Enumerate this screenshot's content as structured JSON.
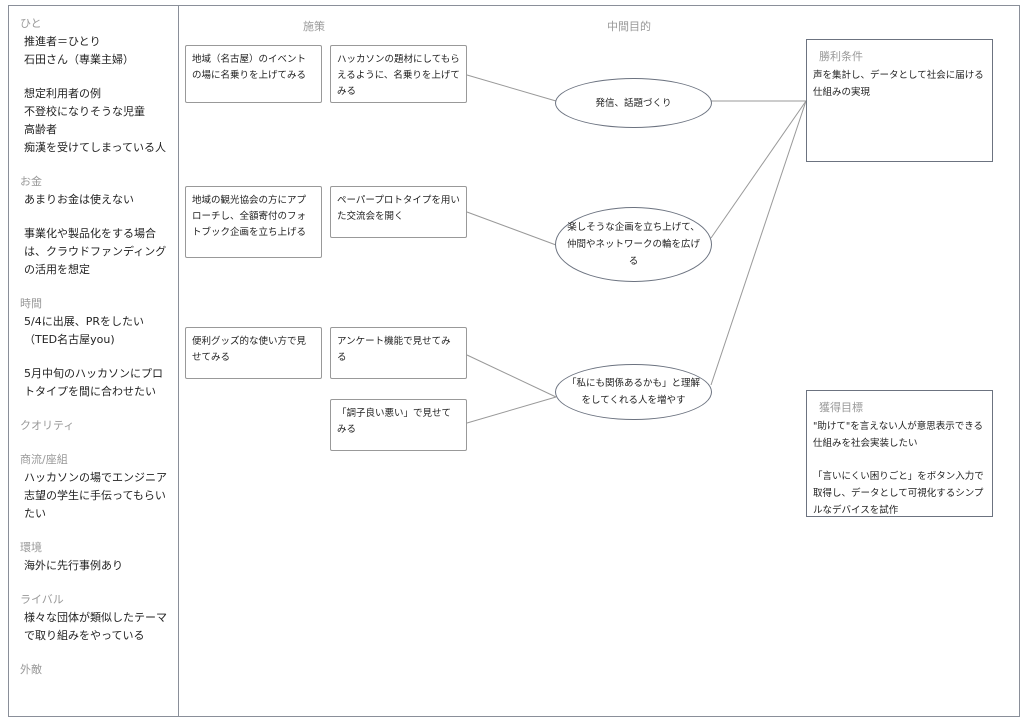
{
  "sidebar": {
    "sections": [
      {
        "title": "ひと",
        "lines": [
          "推進者＝ひとり",
          "石田さん（専業主婦）",
          "",
          "想定利用者の例",
          "不登校になりそうな児童",
          "高齢者",
          "痴漢を受けてしまっている人"
        ]
      },
      {
        "title": "お金",
        "lines": [
          "あまりお金は使えない",
          "",
          "事業化や製品化をする場合",
          "は、クラウドファンディング",
          "の活用を想定"
        ]
      },
      {
        "title": "時間",
        "lines": [
          "5/4に出展、PRをしたい",
          "（TED名古屋you)",
          "",
          "5月中旬のハッカソンにプロ",
          "トタイプを間に合わせたい"
        ]
      },
      {
        "title": "クオリティ",
        "lines": []
      },
      {
        "title": "商流/座組",
        "lines": [
          "ハッカソンの場でエンジニア",
          "志望の学生に手伝ってもらい",
          "たい"
        ]
      },
      {
        "title": "環境",
        "lines": [
          "海外に先行事例あり"
        ]
      },
      {
        "title": "ライバル",
        "lines": [
          "様々な団体が類似したテーマ",
          "で取り組みをやっている"
        ]
      },
      {
        "title": "外敵",
        "lines": []
      }
    ]
  },
  "headers": {
    "measures": "施策",
    "intermediate": "中間目的"
  },
  "measures": [
    "地域（名古屋）のイベントの場に名乗りを上げてみる",
    "ハッカソンの題材にしてもらえるように、名乗りを上げてみる",
    "地域の観光協会の方にアプローチし、全額寄付のフォトブック企画を立ち上げる",
    "ペーパープロトタイプを用いた交流会を開く",
    "便利グッズ的な使い方で見せてみる",
    "アンケート機能で見せてみる",
    "「調子良い悪い」で見せてみる"
  ],
  "goals": [
    "発信、話題づくり",
    "楽しそうな企画を立ち上げて、仲間やネットワークの輪を広げる",
    "「私にも関係あるかも」と理解をしてくれる人を増やす"
  ],
  "win_condition": {
    "title": "勝利条件",
    "text": "声を集計し、データとして社会に届ける仕組みの実現"
  },
  "target": {
    "title": "獲得目標",
    "text1": "\"助けて\"を言えない人が意思表示できる仕組みを社会実装したい",
    "text2": "「言いにくい困りごと」をボタン入力で取得し、データとして可視化するシンプルなデバイスを試作"
  }
}
